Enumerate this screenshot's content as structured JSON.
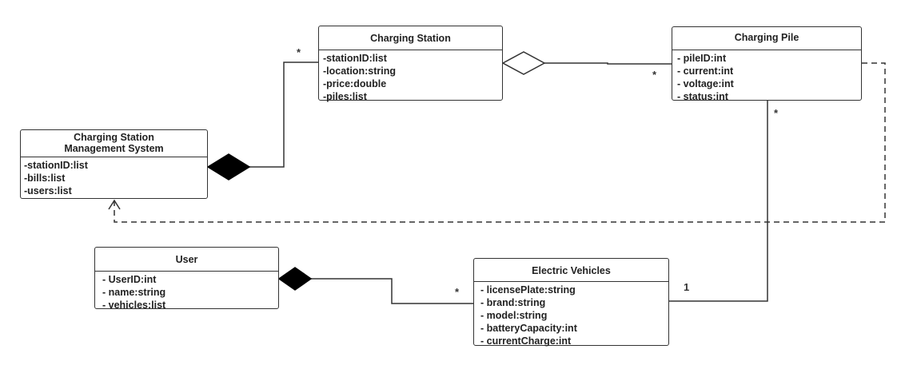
{
  "classes": {
    "station": {
      "name": "Charging Station",
      "attributes": [
        "-stationID:list",
        "-location:string",
        "-price:double",
        "-piles:list"
      ]
    },
    "pile": {
      "name": "Charging Pile",
      "attributes": [
        "- pileID:int",
        "- current:int",
        "- voltage:int",
        "- status:int"
      ]
    },
    "system": {
      "name_line1": "Charging Station",
      "name_line2": "Management System",
      "attributes": [
        "-stationID:list",
        "-bills:list",
        "-users:list"
      ]
    },
    "user": {
      "name": "User",
      "attributes": [
        "- UserID:int",
        "- name:string",
        "- vehicles:list"
      ]
    },
    "vehicle": {
      "name": "Electric Vehicles",
      "attributes": [
        "- licensePlate:string",
        "- brand:string",
        "- model:string",
        "- batteryCapacity:int",
        "- currentCharge:int"
      ]
    }
  },
  "relationships": {
    "system_station": {
      "type": "composition",
      "multiplicity_station": "*"
    },
    "station_pile": {
      "type": "aggregation",
      "multiplicity_pile": "*"
    },
    "pile_vehicle": {
      "type": "association",
      "multiplicity_pile": "*",
      "multiplicity_vehicle": "1"
    },
    "user_vehicle": {
      "type": "composition",
      "multiplicity_vehicle": "*"
    },
    "pile_system": {
      "type": "dependency"
    }
  }
}
